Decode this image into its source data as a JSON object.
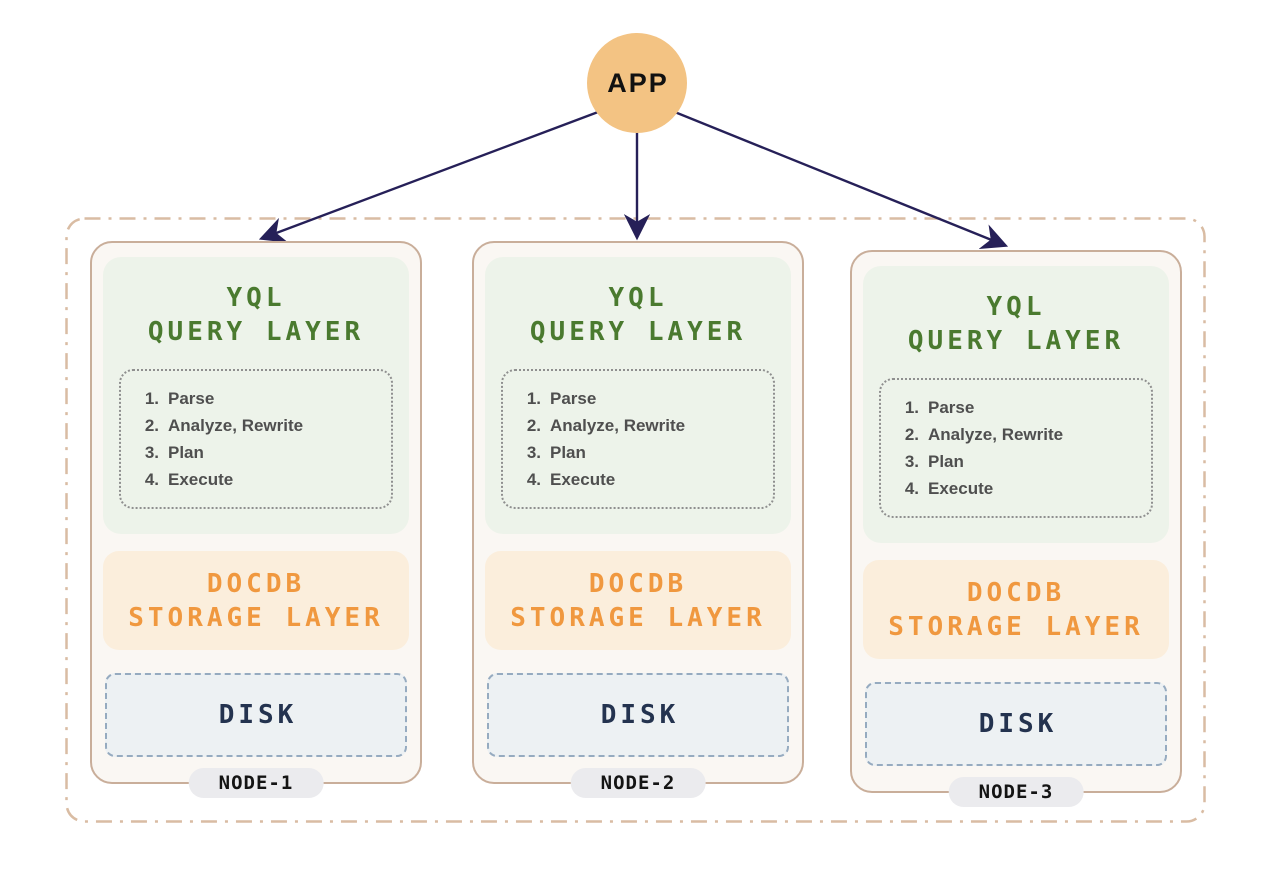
{
  "app_node": {
    "label": "APP"
  },
  "cluster": {
    "nodes": [
      {
        "badge": "NODE-1",
        "query_layer": {
          "title_line1": "YQL",
          "title_line2": "QUERY LAYER",
          "steps": [
            {
              "num": "1.",
              "label": "Parse"
            },
            {
              "num": "2.",
              "label": "Analyze, Rewrite"
            },
            {
              "num": "3.",
              "label": "Plan"
            },
            {
              "num": "4.",
              "label": "Execute"
            }
          ]
        },
        "storage_layer": {
          "title_line1": "DOCDB",
          "title_line2": "STORAGE LAYER"
        },
        "disk": {
          "label": "DISK"
        }
      },
      {
        "badge": "NODE-2",
        "query_layer": {
          "title_line1": "YQL",
          "title_line2": "QUERY LAYER",
          "steps": [
            {
              "num": "1.",
              "label": "Parse"
            },
            {
              "num": "2.",
              "label": "Analyze, Rewrite"
            },
            {
              "num": "3.",
              "label": "Plan"
            },
            {
              "num": "4.",
              "label": "Execute"
            }
          ]
        },
        "storage_layer": {
          "title_line1": "DOCDB",
          "title_line2": "STORAGE LAYER"
        },
        "disk": {
          "label": "DISK"
        }
      },
      {
        "badge": "NODE-3",
        "query_layer": {
          "title_line1": "YQL",
          "title_line2": "QUERY LAYER",
          "steps": [
            {
              "num": "1.",
              "label": "Parse"
            },
            {
              "num": "2.",
              "label": "Analyze, Rewrite"
            },
            {
              "num": "3.",
              "label": "Plan"
            },
            {
              "num": "4.",
              "label": "Execute"
            }
          ]
        },
        "storage_layer": {
          "title_line1": "DOCDB",
          "title_line2": "STORAGE LAYER"
        },
        "disk": {
          "label": "DISK"
        }
      }
    ]
  },
  "colors": {
    "app_circle": "#F3C383",
    "arrow": "#262058",
    "container_border": "#D9BCA3",
    "card_border": "#C9AE9A",
    "card_bg": "#FAF7F3",
    "query_layer_bg": "#EDF3EA",
    "query_layer_text": "#4A7A2F",
    "steps_text": "#4F4F4F",
    "storage_layer_bg": "#FBEEDC",
    "storage_layer_text": "#F0983F",
    "disk_bg": "#EDF1F3",
    "disk_border": "#96ABC0",
    "disk_text": "#24334F",
    "badge_bg": "#EBEBEE",
    "badge_text": "#141414"
  }
}
